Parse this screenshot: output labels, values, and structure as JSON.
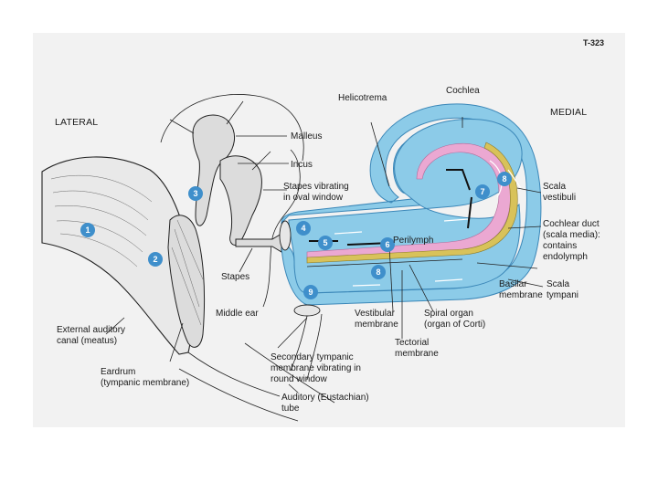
{
  "figure": {
    "code": "T-323",
    "orientation": {
      "lateral": "LATERAL",
      "medial": "MEDIAL"
    },
    "labels": {
      "helicotrema": "Helicotrema",
      "cochlea": "Cochlea",
      "malleus": "Malleus",
      "incus": "Incus",
      "stapes_vibrating_1": "Stapes vibrating",
      "stapes_vibrating_2": "in oval window",
      "scala_vestibuli_1": "Scala",
      "scala_vestibuli_2": "vestibuli",
      "perilymph": "Perilymph",
      "cochlear_duct_1": "Cochlear duct",
      "cochlear_duct_2": "(scala media):",
      "cochlear_duct_3": "contains",
      "cochlear_duct_4": "endolymph",
      "stapes": "Stapes",
      "basilar_1": "Basilar",
      "basilar_2": "membrane",
      "scala_tympani_1": "Scala",
      "scala_tympani_2": "tympani",
      "middle_ear": "Middle ear",
      "vestibular_1": "Vestibular",
      "vestibular_2": "membrane",
      "spiral_organ_1": "Spiral organ",
      "spiral_organ_2": "(organ of Corti)",
      "external_canal_1": "External auditory",
      "external_canal_2": "canal (meatus)",
      "tectorial_1": "Tectorial",
      "tectorial_2": "membrane",
      "secondary_1": "Secondary tympanic",
      "secondary_2": "membrane vibrating in",
      "secondary_3": "round window",
      "eardrum_1": "Eardrum",
      "eardrum_2": "(tympanic membrane)",
      "auditory_tube_1": "Auditory (Eustachian)",
      "auditory_tube_2": "tube"
    },
    "steps": [
      "1",
      "2",
      "3",
      "4",
      "5",
      "6",
      "7",
      "8",
      "8",
      "9"
    ],
    "colors": {
      "fluid": "#8ccbe8",
      "fluid_edge": "#3b87b8",
      "duct": "#eba8d2",
      "basilar": "#d8c25a",
      "marker": "#3f8fcb"
    }
  }
}
